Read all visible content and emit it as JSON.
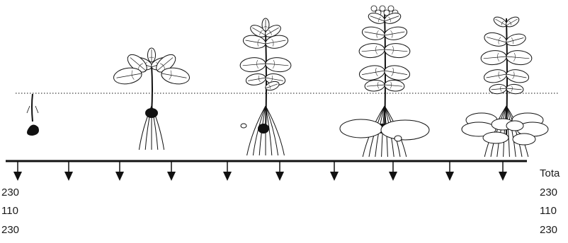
{
  "colors": {
    "ink": "#111111",
    "background": "#ffffff"
  },
  "stages": [
    {
      "name": "seed-tuber",
      "leaves": 0,
      "tubers": 0
    },
    {
      "name": "early-plant",
      "leaves": 6,
      "tubers": 0
    },
    {
      "name": "vegetative-plant",
      "leaves": 10,
      "tubers": 1
    },
    {
      "name": "flowering-plant",
      "leaves": 14,
      "tubers": 3
    },
    {
      "name": "mature-plant",
      "leaves": 12,
      "tubers": 8
    }
  ],
  "timeline": {
    "arrow_count": 10
  },
  "left_column": [
    "230",
    "110",
    "230"
  ],
  "right_column": {
    "header": "Tota",
    "values": [
      "230",
      "110",
      "230"
    ]
  }
}
